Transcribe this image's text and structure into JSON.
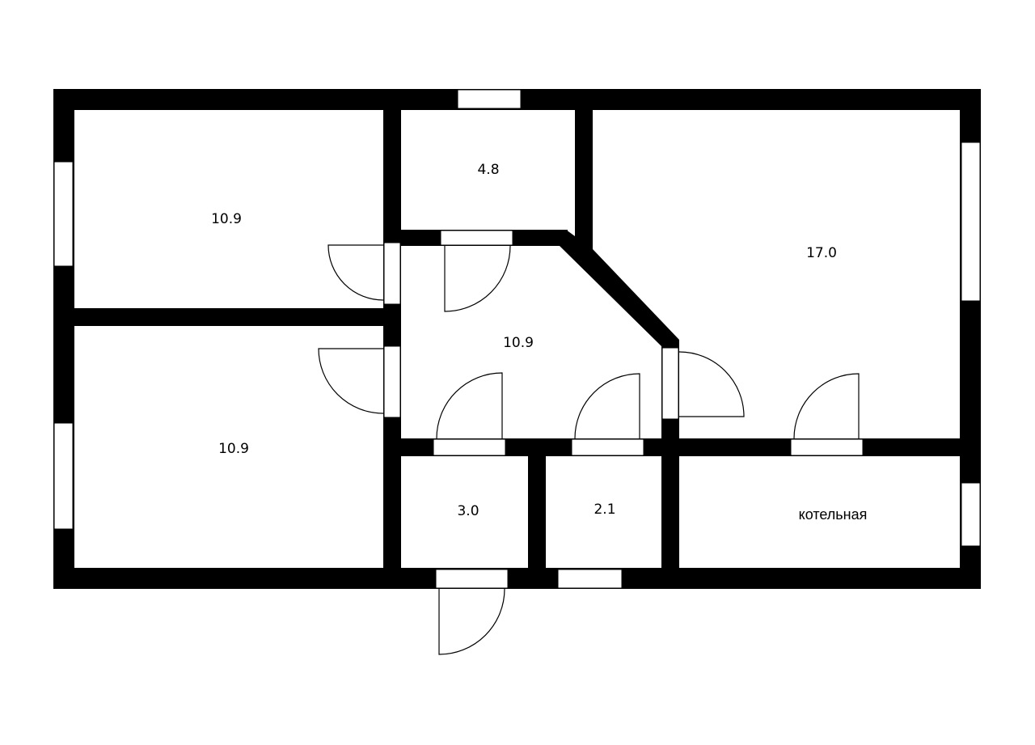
{
  "colors": {
    "wall": "#000000",
    "background": "#ffffff"
  },
  "rooms": {
    "top_left": {
      "area": "10.9"
    },
    "bottom_left": {
      "area": "10.9"
    },
    "top_middle": {
      "area": "4.8"
    },
    "hall": {
      "area": "10.9"
    },
    "right": {
      "area": "17.0"
    },
    "small_a": {
      "area": "3.0"
    },
    "small_b": {
      "area": "2.1"
    },
    "boiler": {
      "name": "котельная"
    }
  }
}
